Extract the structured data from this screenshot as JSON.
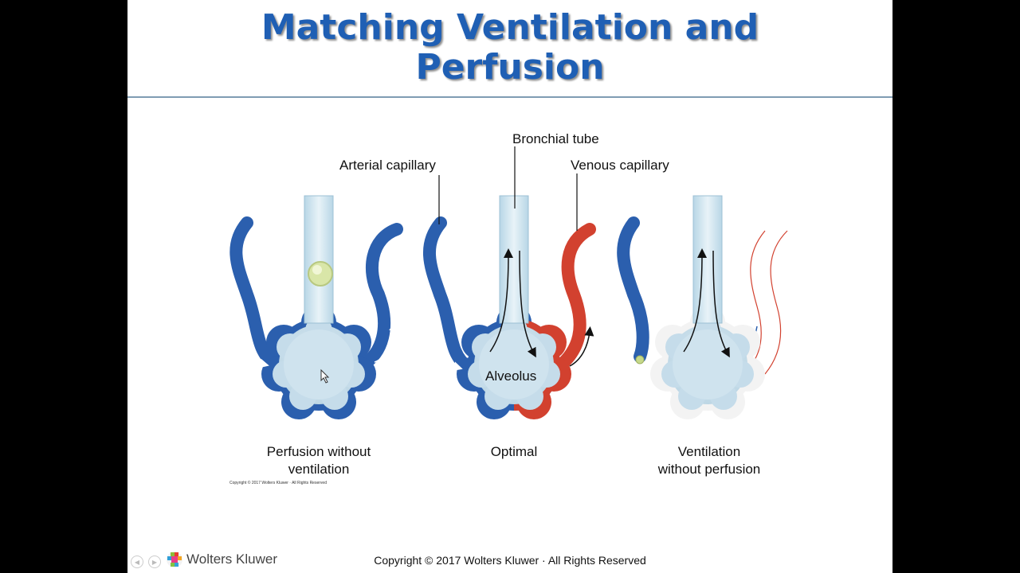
{
  "slide": {
    "title_line1": "Matching Ventilation and",
    "title_line2": "Perfusion"
  },
  "diagram": {
    "labels": {
      "bronchial_tube": "Bronchial tube",
      "arterial_capillary": "Arterial capillary",
      "venous_capillary": "Venous capillary",
      "alveolus": "Alveolus"
    },
    "panels": [
      {
        "caption_line1": "Perfusion without",
        "caption_line2": "ventilation"
      },
      {
        "caption_line1": "Optimal",
        "caption_line2": ""
      },
      {
        "caption_line1": "Ventilation",
        "caption_line2": "without perfusion"
      }
    ],
    "figure_copyright": "Copyright © 2017 Wolters Kluwer · All Rights Reserved"
  },
  "footer": {
    "copyright": "Copyright © 2017 Wolters Kluwer · All Rights Reserved",
    "brand": "Wolters Kluwer"
  },
  "colors": {
    "title": "#1f5fb4",
    "arterial": "#2b5fae",
    "venous": "#d2412f",
    "alveolus_fill": "#c9e0ec",
    "tube_fill": "#d4e9f3"
  },
  "icons": [
    "nav-prev-icon",
    "nav-next-icon",
    "cursor-icon",
    "wolters-kluwer-logo-icon"
  ]
}
